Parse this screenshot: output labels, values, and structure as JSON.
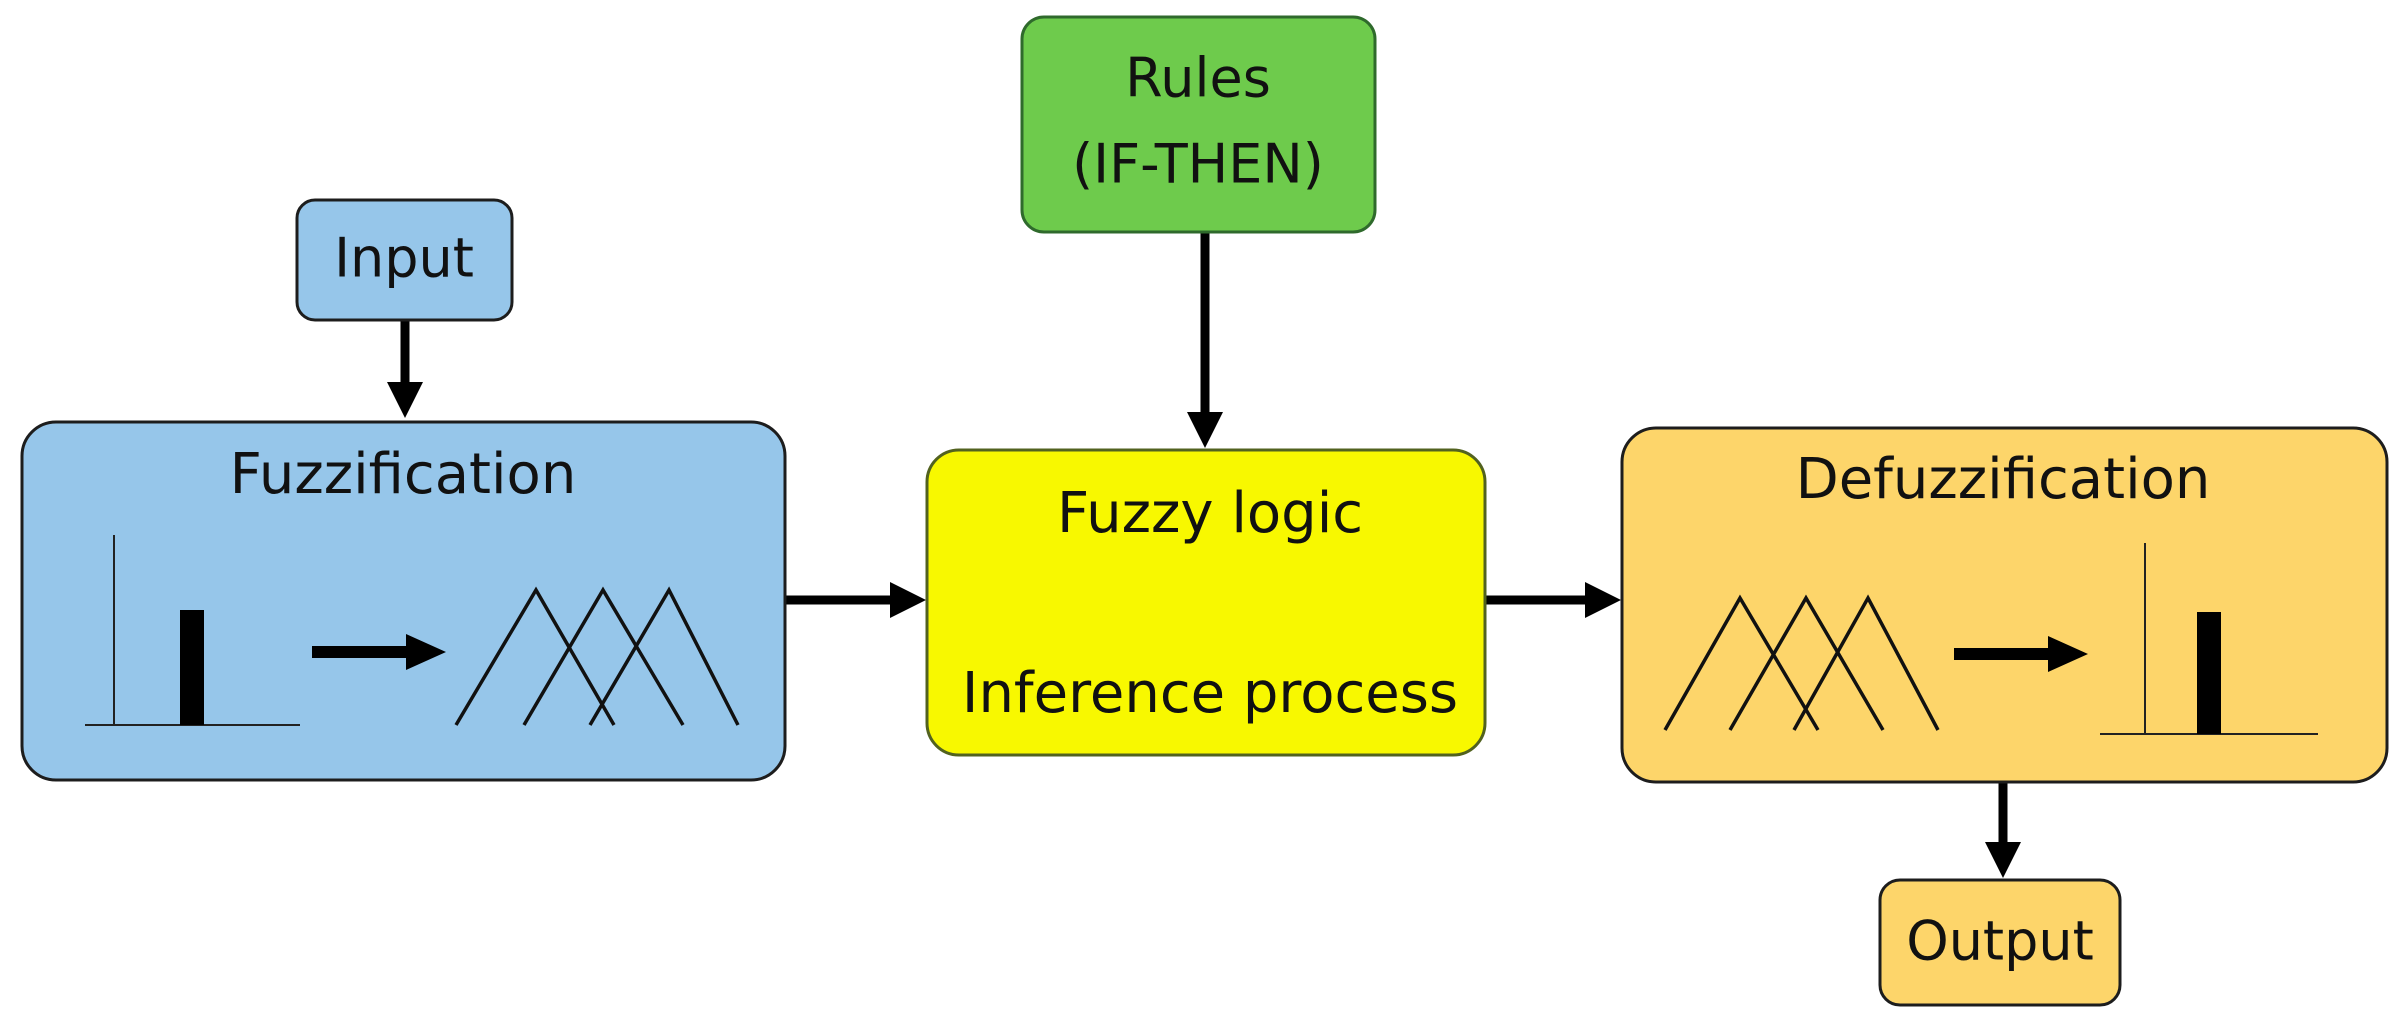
{
  "colors": {
    "input_fill": "#96c6ea",
    "input_stroke": "#1d1d1d",
    "rules_fill": "#6ecb4c",
    "rules_stroke": "#2f6a2c",
    "fuzzy_logic_fill": "#f8f800",
    "fuzzy_logic_stroke": "#52621f",
    "defuzzification_fill": "#fdd56a",
    "defuzzification_stroke": "#1d1d1d",
    "output_fill": "#fdd56a",
    "arrow": "#000000"
  },
  "nodes": {
    "input": {
      "label": "Input"
    },
    "rules": {
      "line1": "Rules",
      "line2": "(IF-THEN)"
    },
    "fuzzification": {
      "label": "Fuzzification",
      "icons": [
        "crisp-spike-icon",
        "right-arrow-icon",
        "triangular-membership-functions-icon"
      ]
    },
    "fuzzy_logic": {
      "line1": "Fuzzy logic",
      "line2": "Inference process"
    },
    "defuzzification": {
      "label": "Defuzzification",
      "icons": [
        "triangular-membership-functions-icon",
        "right-arrow-icon",
        "crisp-spike-icon"
      ]
    },
    "output": {
      "label": "Output"
    }
  },
  "edges": [
    {
      "from": "input",
      "to": "fuzzification"
    },
    {
      "from": "rules",
      "to": "fuzzy_logic"
    },
    {
      "from": "fuzzification",
      "to": "fuzzy_logic"
    },
    {
      "from": "fuzzy_logic",
      "to": "defuzzification"
    },
    {
      "from": "defuzzification",
      "to": "output"
    }
  ]
}
